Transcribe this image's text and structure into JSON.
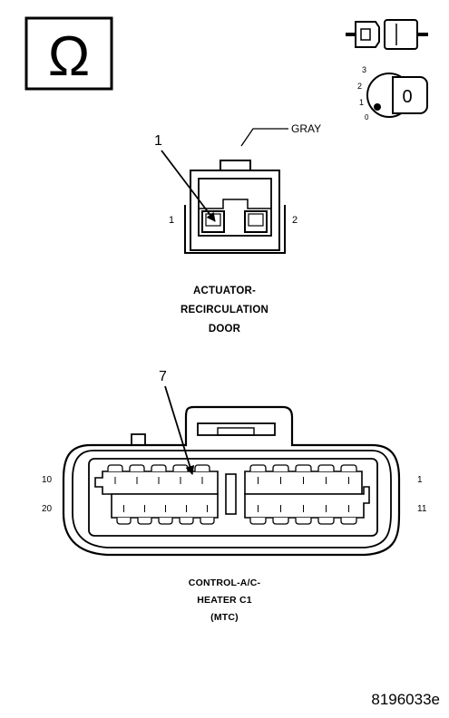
{
  "meter_symbol": "Ω",
  "ignition_key_positions": [
    "3",
    "2",
    "1",
    "0"
  ],
  "ignition_key_selected": "0",
  "actuator_connector": {
    "color_label": "GRAY",
    "callout": "1",
    "pin_left": "1",
    "pin_right": "2",
    "caption": [
      "ACTUATOR-",
      "RECIRCULATION",
      "DOOR"
    ]
  },
  "control_connector": {
    "callout": "7",
    "pin_top_left": "10",
    "pin_top_right": "1",
    "pin_bottom_left": "20",
    "pin_bottom_right": "11",
    "caption": [
      "CONTROL-A/C-",
      "HEATER C1",
      "(MTC)"
    ]
  },
  "figure_id": "8196033e"
}
